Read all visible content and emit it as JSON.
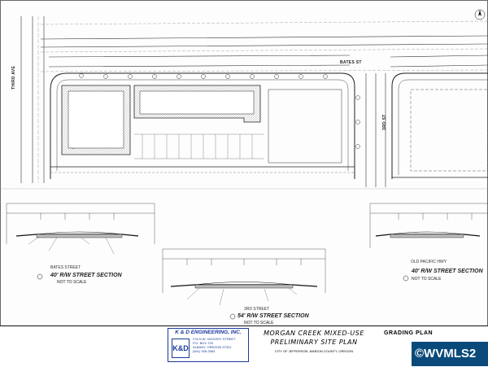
{
  "streets": {
    "bates_top": "BATES ST",
    "third_left": "THIRD AVE",
    "third_right": "3RD ST"
  },
  "sections": [
    {
      "title": "40' R/W STREET SECTION",
      "street": "BATES STREET",
      "note": "NOT TO SCALE"
    },
    {
      "title": "54' R/W STREET SECTION",
      "street": "3RD STREET",
      "note": "NOT TO SCALE"
    },
    {
      "title": "40' R/W STREET SECTION",
      "street": "OLD PACIFIC HWY",
      "note": "NOT TO SCALE"
    }
  ],
  "title_block": {
    "firm": "K & D ENGINEERING, INC.",
    "logo": "K&D",
    "address_lines": [
      "276 N.W. HICKORY STREET",
      "P.O. BOX 725",
      "ALBANY, OREGON 97321",
      "(541) 928-2583"
    ],
    "project_line1": "MORGAN CREEK MIXED-USE",
    "project_line2": "PRELIMINARY SITE PLAN",
    "project_line3": "CITY OF JEFFERSON, MARION COUNTY, OREGON",
    "sheet_title": "GRADING PLAN"
  },
  "watermark": "©WVMLS2"
}
